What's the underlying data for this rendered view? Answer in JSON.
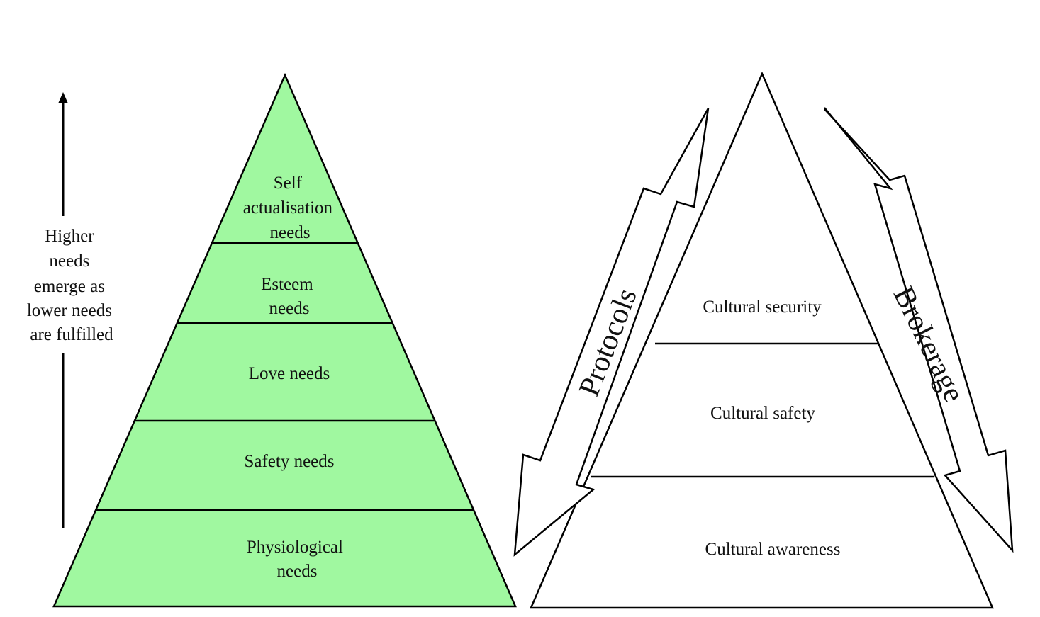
{
  "left_axis": {
    "caption_lines": [
      "Higher",
      "needs",
      "emerge as",
      "lower needs",
      "are fulfilled"
    ]
  },
  "needs_pyramid": {
    "fill_color": "#a0f8a0",
    "tiers": [
      {
        "lines": [
          "Self",
          "actualisation",
          "needs"
        ]
      },
      {
        "lines": [
          "Esteem",
          "needs"
        ]
      },
      {
        "lines": [
          "Love needs"
        ]
      },
      {
        "lines": [
          "Safety needs"
        ]
      },
      {
        "lines": [
          "Physiological",
          "needs"
        ]
      }
    ]
  },
  "cultural_pyramid": {
    "fill_color": "#ffffff",
    "tiers": [
      {
        "label": "Cultural security"
      },
      {
        "label": "Cultural safety"
      },
      {
        "label": "Cultural awareness"
      }
    ],
    "left_arrow_label": "Protocols",
    "right_arrow_label": "Brokerage"
  }
}
